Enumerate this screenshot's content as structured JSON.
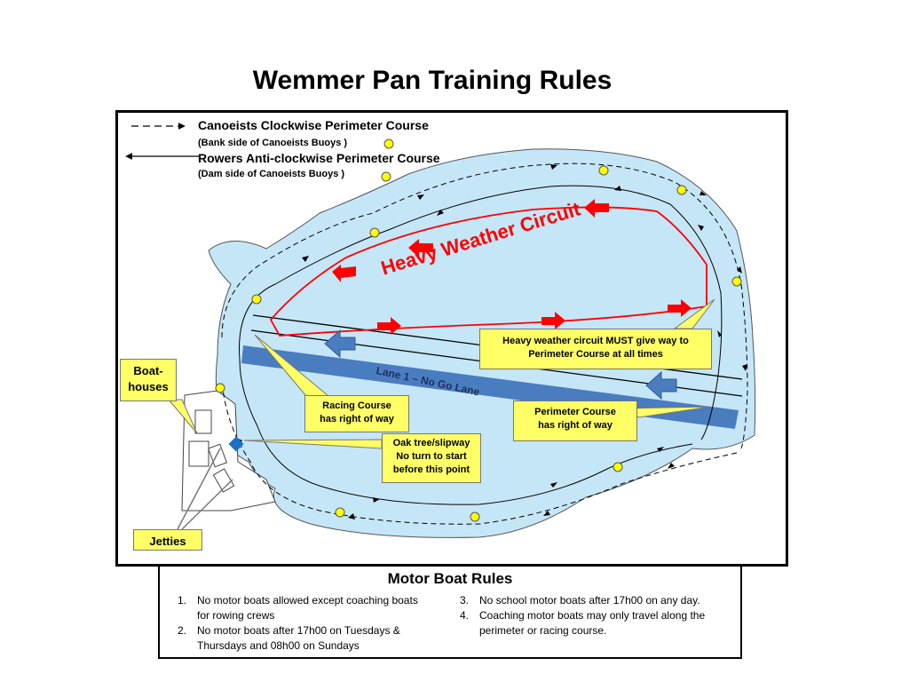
{
  "title": "Wemmer Pan Training Rules",
  "legend": {
    "canoeists_course": "Canoeists Clockwise Perimeter Course",
    "canoeists_note": "(Bank side of Canoeists Buoys   )",
    "rowers_course": "Rowers Anti-clockwise Perimeter Course",
    "rowers_note": "(Dam side of Canoeists Buoys   )"
  },
  "map_labels": {
    "heavy_weather": "Heavy Weather Circuit",
    "lane_1": "Lane 1 – No Go Lane"
  },
  "callouts": {
    "boathouses": "Boat-\nhouses",
    "jetties": "Jetties",
    "racing_course": "Racing Course\nhas right of way",
    "oak_tree": "Oak tree/slipway\nNo turn to start\nbefore this point",
    "perimeter_course": "Perimeter Course\nhas right of way",
    "heavy_weather_rule": "Heavy weather circuit MUST give way to\nPerimeter Course at all times"
  },
  "motor_boat_rules": {
    "title": "Motor Boat Rules",
    "items": [
      {
        "num": "1.",
        "text": "No motor boats allowed except coaching boats for rowing crews"
      },
      {
        "num": "2.",
        "text": "No motor boats after 17h00 on Tuesdays & Thursdays and 08h00 on Sundays"
      },
      {
        "num": "3.",
        "text": "No school motor boats after 17h00 on any day."
      },
      {
        "num": "4.",
        "text": "Coaching motor boats may only travel along the perimeter or racing course."
      }
    ]
  },
  "colors": {
    "water": "#c5e6f7",
    "heavy_weather": "#ff0000",
    "lane": "#4a7cc0",
    "callout": "#ffff66",
    "buoy": "#ffff00"
  }
}
